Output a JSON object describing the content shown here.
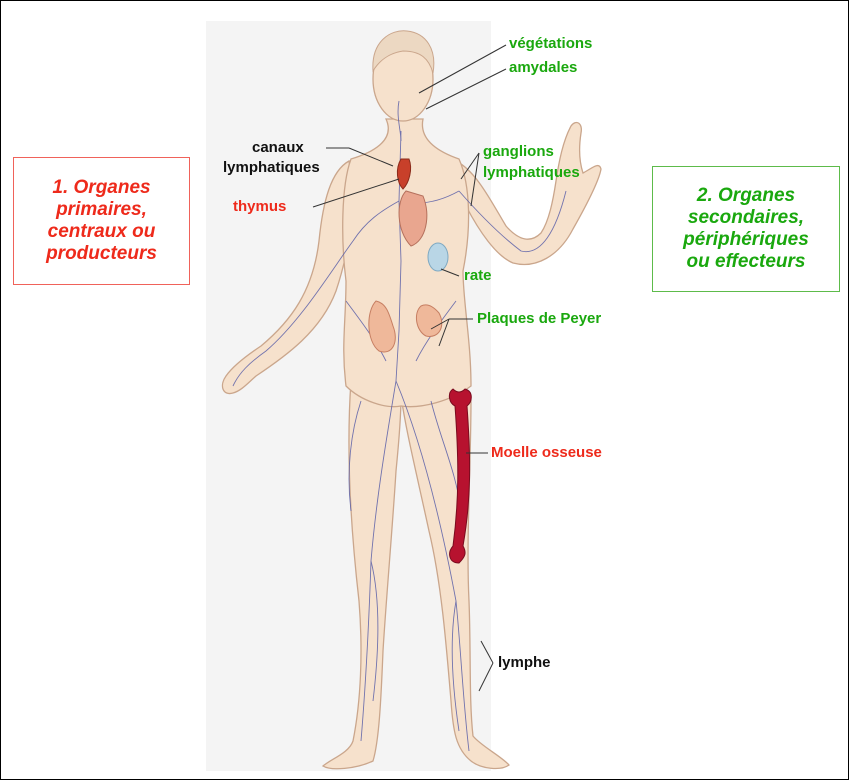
{
  "labels": {
    "vegetations": "végétations",
    "amydales": "amydales",
    "canaux_line1": "canaux",
    "canaux_line2": "lymphatiques",
    "ganglions_line1": "ganglions",
    "ganglions_line2": "lymphatiques",
    "thymus": "thymus",
    "rate": "rate",
    "plaques": "Plaques de Peyer",
    "moelle": "Moelle osseuse",
    "lymphe": "lymphe"
  },
  "boxes": {
    "primary": [
      "1. Organes",
      "primaires,",
      "centraux ou",
      "producteurs"
    ],
    "secondary": [
      "2. Organes",
      "secondaires,",
      "périphériques",
      "ou effecteurs"
    ]
  },
  "colors": {
    "secondary_green": "#1aa80e",
    "primary_red": "#ee2a1b",
    "skin": "#f6e1cc",
    "skin_outline": "#caa68c",
    "vessel": "#5a5fa8",
    "bone_marrow": "#b7122f",
    "spleen": "#b9d6e6",
    "thymus": "#c8402a",
    "intestine": "#efb89a"
  }
}
